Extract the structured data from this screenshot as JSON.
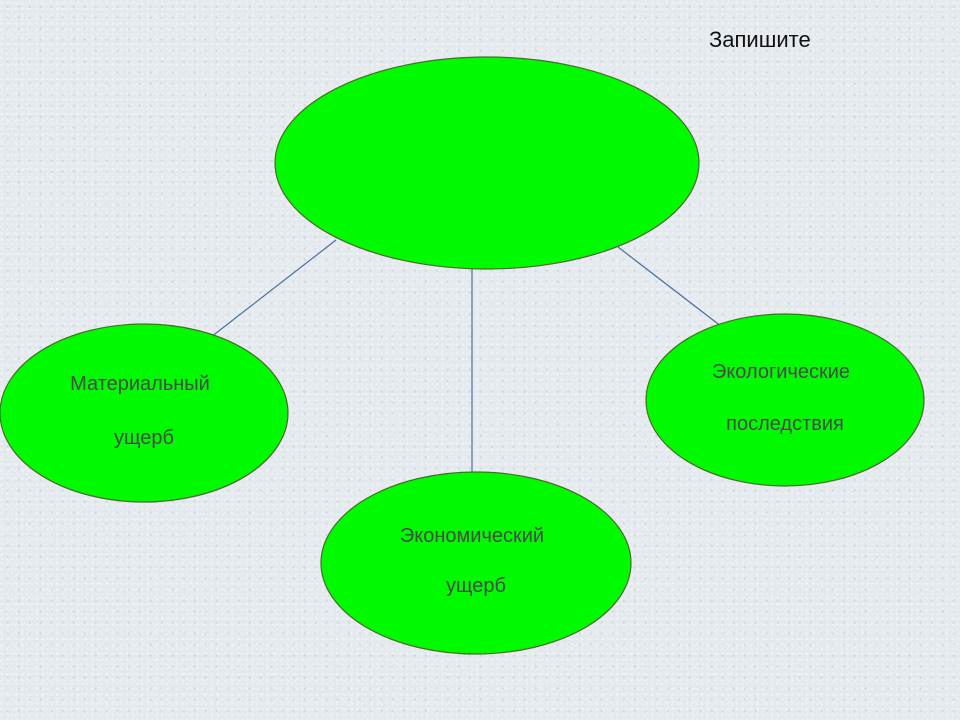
{
  "header": {
    "instruction": "Запишите"
  },
  "colors": {
    "node_fill": "#00fa00",
    "node_stroke": "#4a6b2a",
    "arrow": "#4a6fa0",
    "text": "#4a4a4a"
  },
  "diagram": {
    "center": {
      "label": ""
    },
    "nodes": [
      {
        "line1": "Материальный",
        "line2": "ущерб"
      },
      {
        "line1": "Экономический",
        "line2": "ущерб"
      },
      {
        "line1": "Экологические",
        "line2": "последствия"
      }
    ]
  }
}
